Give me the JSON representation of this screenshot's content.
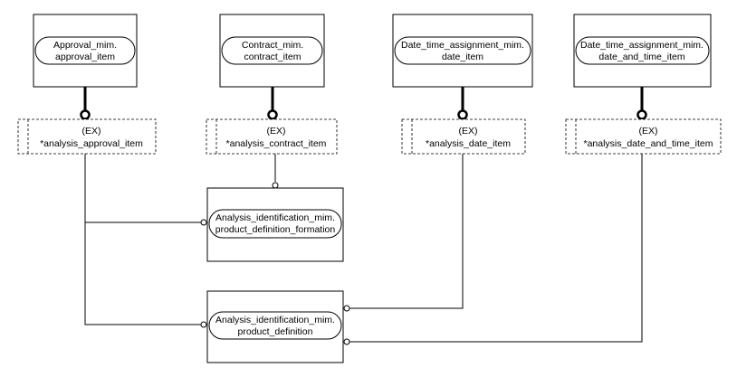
{
  "entities": {
    "approval_mim": {
      "line1": "Approval_mim.",
      "line2": "approval_item"
    },
    "contract_mim": {
      "line1": "Contract_mim.",
      "line2": "contract_item"
    },
    "date_time_date": {
      "line1": "Date_time_assignment_mim.",
      "line2": "date_item"
    },
    "date_time_date_and_time": {
      "line1": "Date_time_assignment_mim.",
      "line2": "date_and_time_item"
    },
    "product_definition_formation": {
      "line1": "Analysis_identification_mim.",
      "line2": "product_definition_formation"
    },
    "product_definition": {
      "line1": "Analysis_identification_mim.",
      "line2": "product_definition"
    }
  },
  "selects": {
    "analysis_approval_item": {
      "line1": "(EX)",
      "line2": "*analysis_approval_item"
    },
    "analysis_contract_item": {
      "line1": "(EX)",
      "line2": "*analysis_contract_item"
    },
    "analysis_date_item": {
      "line1": "(EX)",
      "line2": "*analysis_date_item"
    },
    "analysis_date_and_time_item": {
      "line1": "(EX)",
      "line2": "*analysis_date_and_time_item"
    }
  }
}
